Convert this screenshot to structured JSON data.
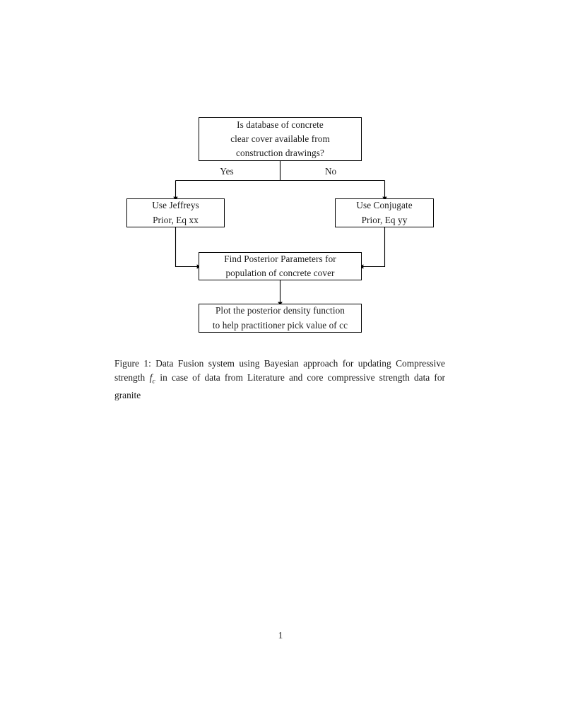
{
  "document": {
    "page_number": "1",
    "background_color": "#ffffff",
    "text_color": "#1a1a1a",
    "line_color": "#000000"
  },
  "figure": {
    "type": "flowchart",
    "orientation": "top-to-bottom",
    "nodes": [
      {
        "id": "decision",
        "shape": "rectangle",
        "lines": [
          "Is database of concrete",
          "clear cover available from",
          "construction drawings?"
        ]
      },
      {
        "id": "jeffreys",
        "shape": "rectangle",
        "lines": [
          "Use Jeffreys",
          "Prior, Eq xx"
        ]
      },
      {
        "id": "conjugate",
        "shape": "rectangle",
        "lines": [
          "Use Conjugate",
          "Prior, Eq yy"
        ]
      },
      {
        "id": "posterior",
        "shape": "rectangle",
        "lines": [
          "Find Posterior Parameters for",
          "population of concrete cover"
        ]
      },
      {
        "id": "plot",
        "shape": "rectangle",
        "lines": [
          "Plot the posterior density function",
          "to help practitioner pick value of cc"
        ]
      }
    ],
    "edge_labels": {
      "yes": "Yes",
      "no": "No"
    },
    "edges": [
      {
        "from": "decision",
        "to": "jeffreys",
        "label": "Yes"
      },
      {
        "from": "decision",
        "to": "conjugate",
        "label": "No"
      },
      {
        "from": "jeffreys",
        "to": "posterior",
        "label": ""
      },
      {
        "from": "conjugate",
        "to": "posterior",
        "label": ""
      },
      {
        "from": "posterior",
        "to": "plot",
        "label": ""
      }
    ]
  },
  "caption": {
    "label": "Figure 1:",
    "text_before_symbol": " Data Fusion system using Bayesian approach for updating Compressive strength ",
    "symbol_base": "f",
    "symbol_subscript": "c",
    "text_after_symbol": " in case of data from Literature and core compressive strength data for granite",
    "full_text": "Figure 1: Data Fusion system using Bayesian approach for updating Compressive strength fc in case of data from Literature and core compressive strength data for granite"
  }
}
